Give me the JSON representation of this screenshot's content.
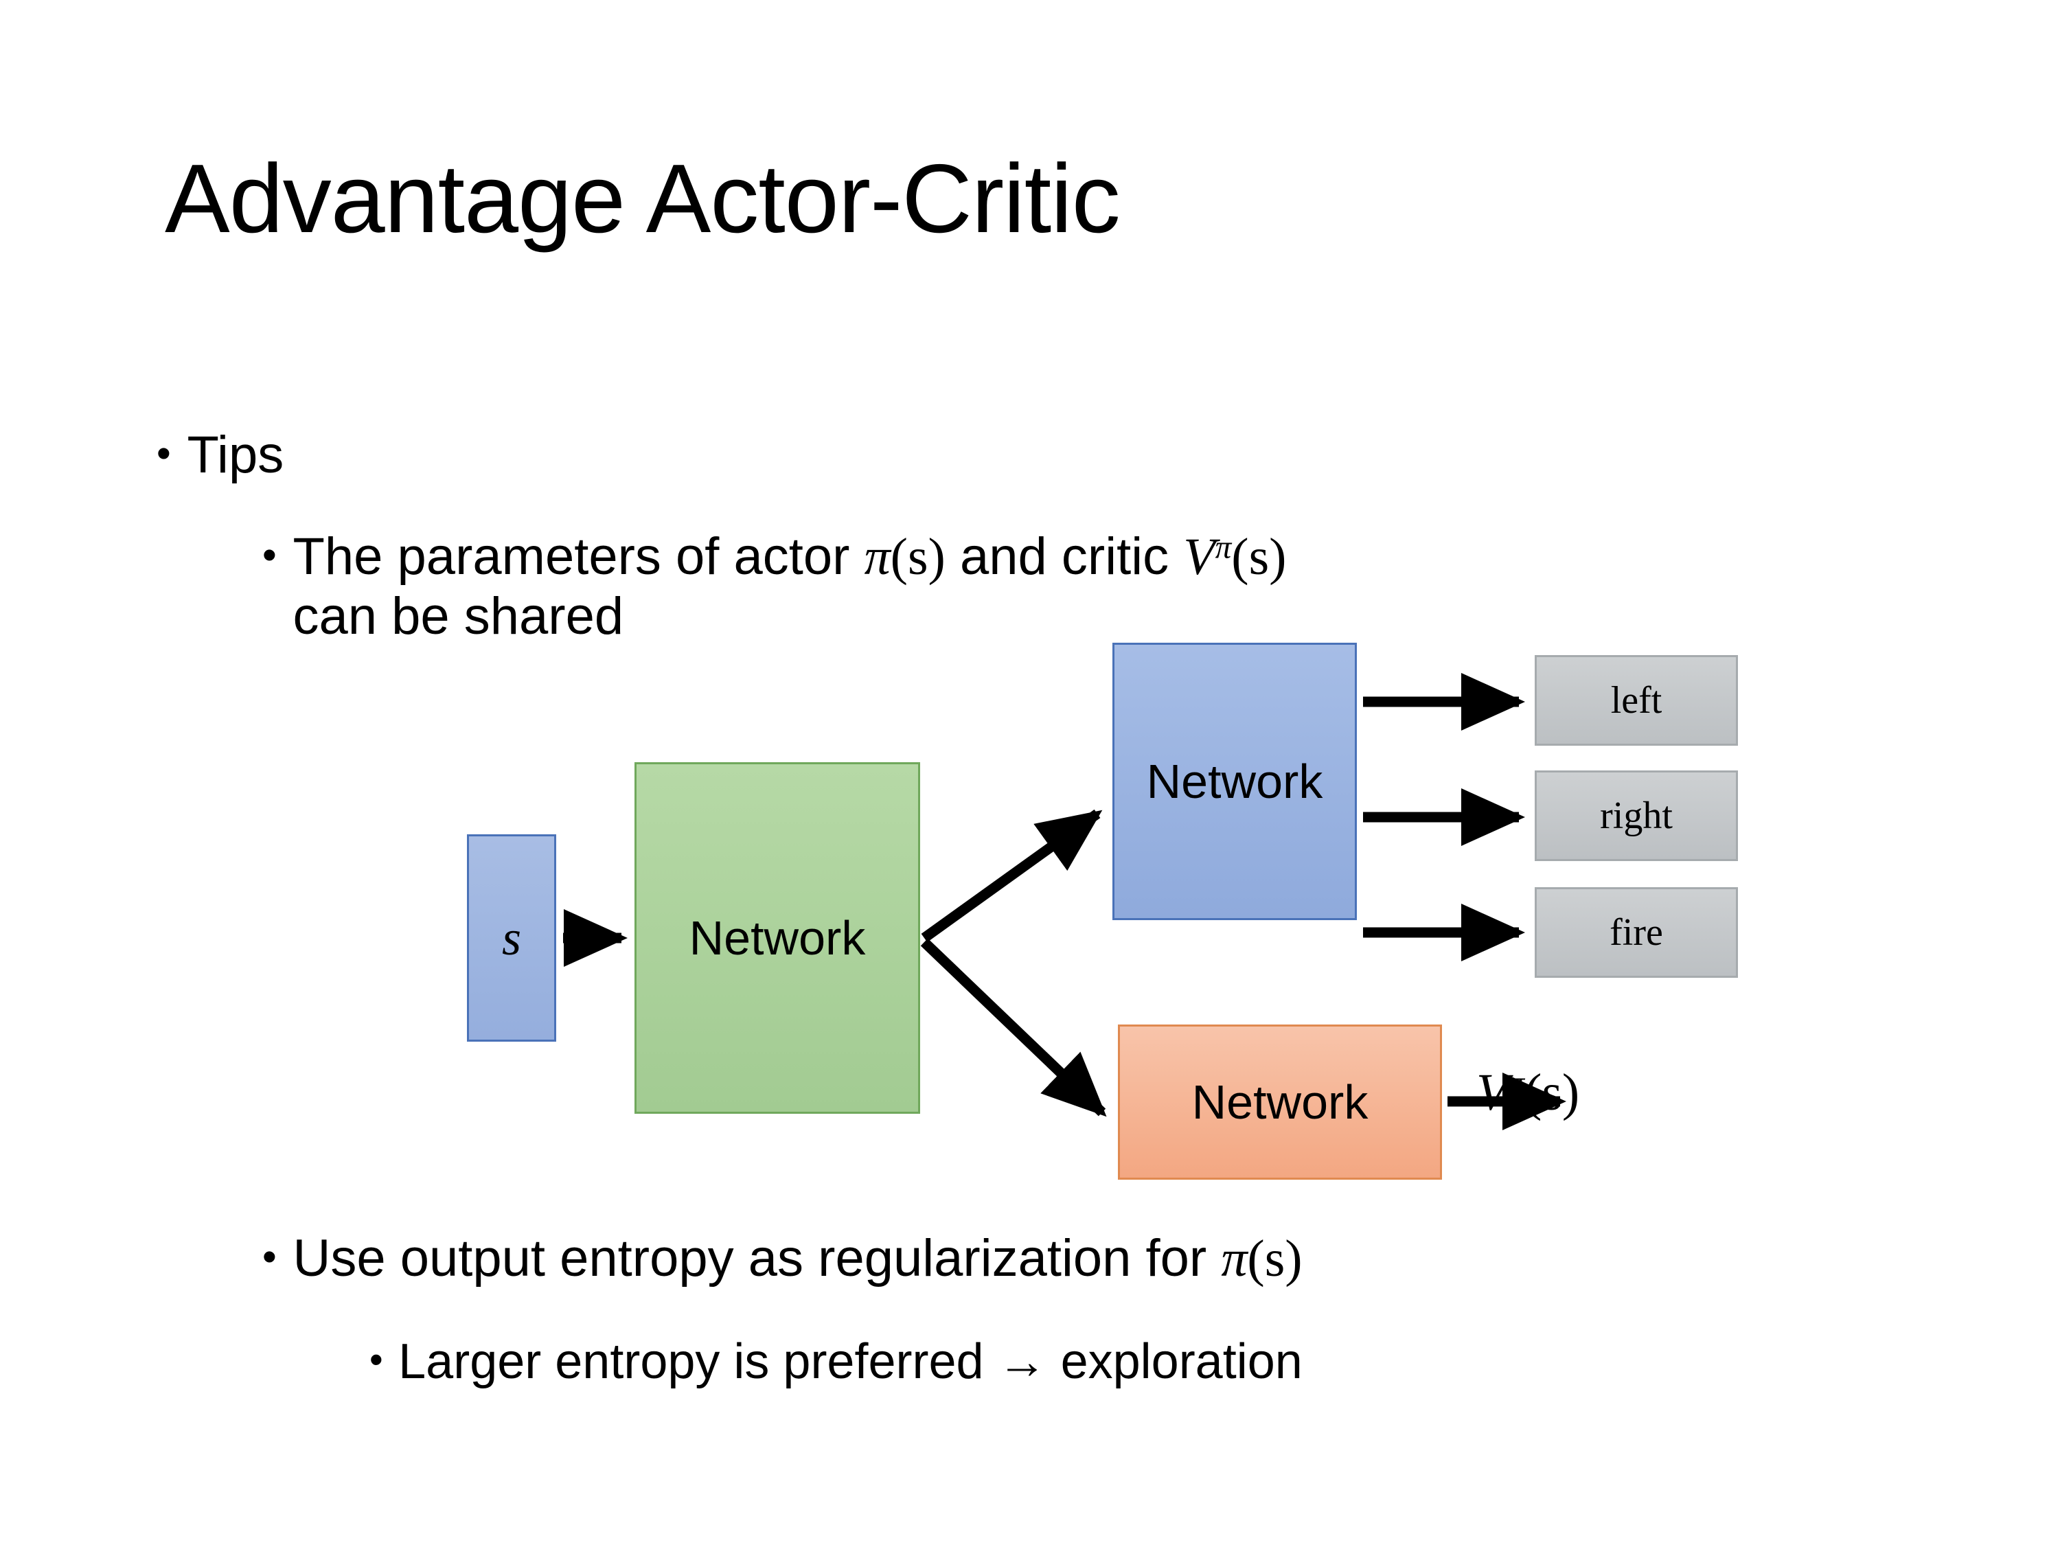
{
  "slide": {
    "title": "Advantage Actor-Critic",
    "background_color": "#ffffff",
    "text_color": "#000000"
  },
  "bullets": {
    "level1_tips": {
      "marker": "•",
      "text": "Tips"
    },
    "level2_shared": {
      "marker": "•",
      "line1_prefix": "The parameters of actor ",
      "math_pi": "π",
      "math_pi_arg": "(s)",
      "line1_middle": "  and critic ",
      "math_v": "V",
      "math_v_sup": "π",
      "math_v_arg": "(s)",
      "line2": "can be shared"
    },
    "level2_entropy": {
      "marker": "•",
      "text_prefix": "Use output entropy as regularization for ",
      "math_pi": "π",
      "math_pi_arg": "(s)"
    },
    "level3_larger": {
      "marker": "•",
      "text": "Larger entropy is preferred → exploration"
    }
  },
  "diagram": {
    "state_box": {
      "label": "s",
      "fill": "#9db4e0",
      "border": "#4a72b8"
    },
    "shared_network": {
      "label": "Network",
      "fill": "#aed49c",
      "border": "#70a85c"
    },
    "actor_network": {
      "label": "Network",
      "fill": "#9bb2e1",
      "border": "#4a72b8"
    },
    "critic_network": {
      "label": "Network",
      "fill": "#f5b596",
      "border": "#e08a50"
    },
    "action_outputs": [
      {
        "label": "left",
        "fill": "#c5c8ca",
        "border": "#a6abae"
      },
      {
        "label": "right",
        "fill": "#c5c8ca",
        "border": "#a6abae"
      },
      {
        "label": "fire",
        "fill": "#c5c8ca",
        "border": "#a6abae"
      }
    ],
    "value_output": {
      "symbol": "V",
      "superscript": "π",
      "argument": "(s)"
    },
    "arrow_color": "#000000"
  }
}
